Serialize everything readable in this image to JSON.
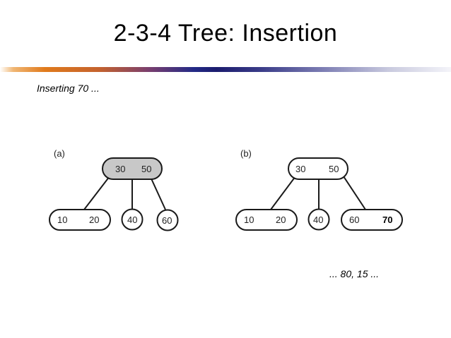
{
  "slide": {
    "title": "2-3-4 Tree: Insertion",
    "caption_top": "Inserting 70 ...",
    "caption_bottom": "... 80, 15 ..."
  },
  "diagram_a": {
    "label": "(a)",
    "root": [
      "30",
      "50"
    ],
    "children": [
      [
        "10",
        "20"
      ],
      [
        "40"
      ],
      [
        "60"
      ]
    ]
  },
  "diagram_b": {
    "label": "(b)",
    "root": [
      "30",
      "50"
    ],
    "children": [
      [
        "10",
        "20"
      ],
      [
        "40"
      ],
      [
        "60",
        "70"
      ]
    ],
    "new_key": "70"
  },
  "colors": {
    "highlight_fill": "#c8c8c8",
    "node_stroke": "#1a1a1a"
  }
}
